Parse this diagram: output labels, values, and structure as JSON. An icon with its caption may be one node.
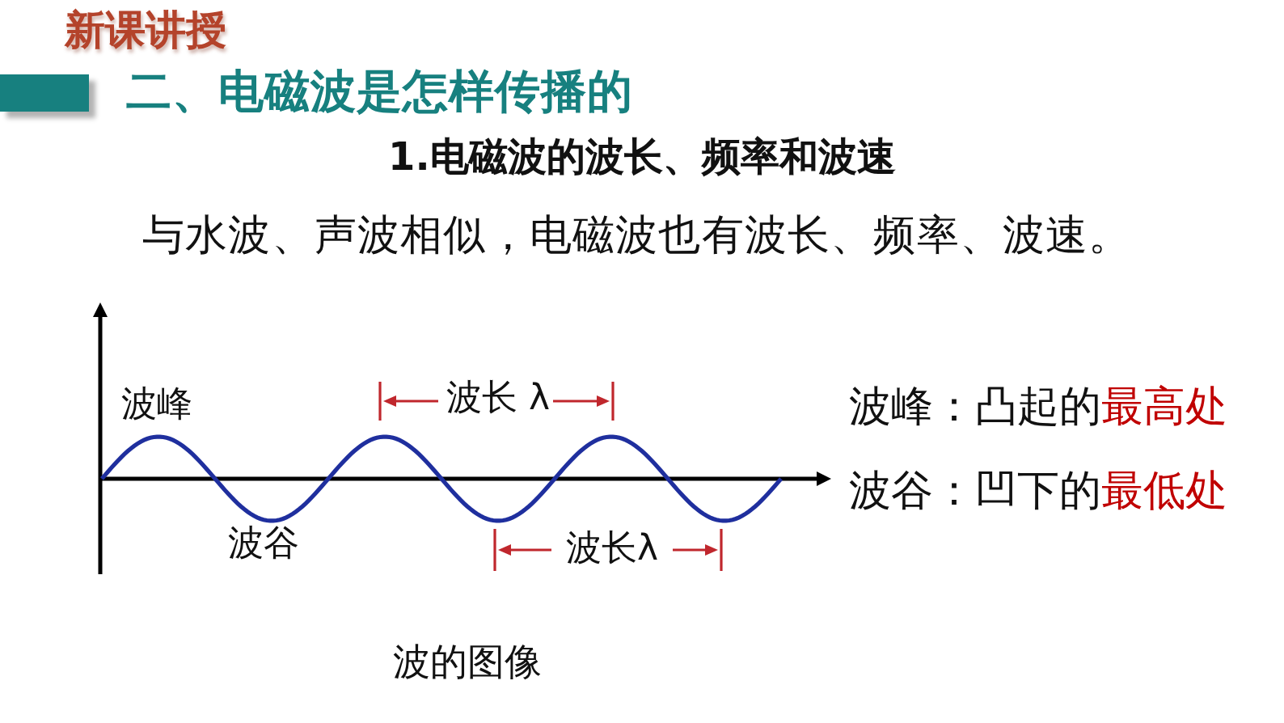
{
  "diagram": {
    "title": "二、电磁波是怎样传播的",
    "caption": "波的图像",
    "labels": [
      "新课讲授",
      "1.电磁波的波长、频率和波速",
      "与水波、声波相似，电磁波也有波长、频率、波速。",
      "波长 λ",
      "波峰",
      "波峰：凸起的**最高处**",
      "波谷：凹下的**最低处**",
      "波谷",
      "波长λ"
    ]
  }
}
